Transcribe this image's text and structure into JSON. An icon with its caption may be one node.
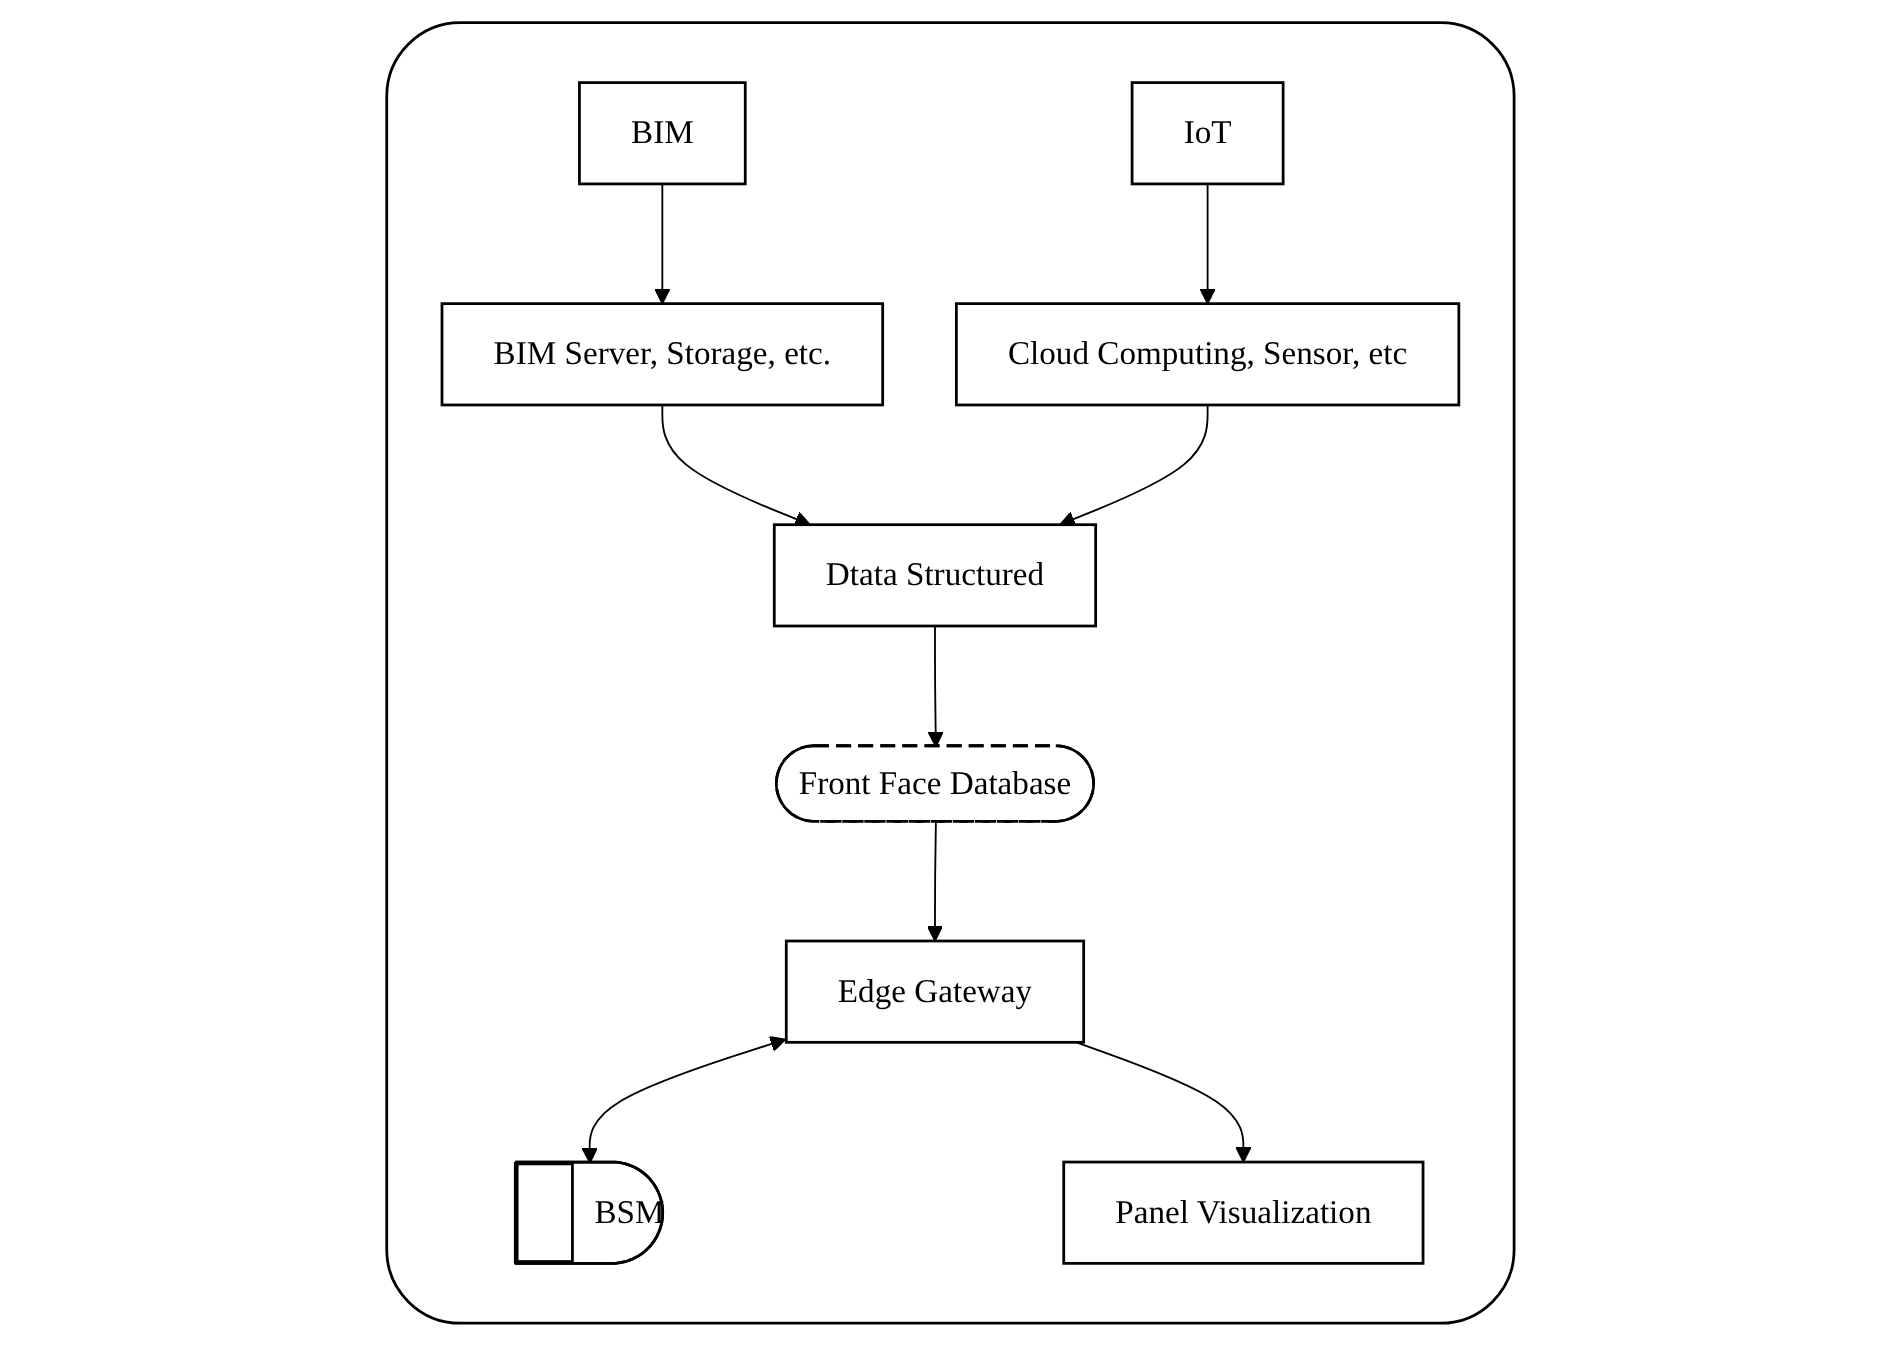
{
  "diagram": {
    "nodes": [
      {
        "text": [],
        "shape": "box"
      },
      {
        "text": [
          "BIM"
        ],
        "in": 0
      },
      {
        "text": [
          "IoT"
        ],
        "in": 0
      },
      {
        "text": [
          "BIM Server, Storage, etc."
        ],
        "in": 0
      },
      {
        "text": [
          "Cloud Computing, Sensor, etc"
        ],
        "in": 0
      },
      {
        "text": [
          "Dtata Structured"
        ],
        "in": 0
      },
      {
        "text": [
          "Front Face Database"
        ],
        "in": 0
      },
      {
        "text": [
          "Edge Gateway"
        ],
        "in": 0
      },
      {
        "text": [
          "BSM"
        ],
        "in": 0
      },
      {
        "text": [
          "Panel Visualization"
        ],
        "in": 0
      }
    ],
    "edges": [
      {
        "from": 1,
        "to": 3,
        "arrow": "to"
      },
      {
        "from": 2,
        "to": 4,
        "arrow": "to"
      },
      {
        "from": 3,
        "to": 5,
        "arrow": "to"
      },
      {
        "from": 4,
        "to": 5,
        "arrow": "to"
      },
      {
        "from": 5,
        "to": 6,
        "arrow": "to"
      },
      {
        "from": 6,
        "to": 7,
        "arrow": "to"
      },
      {
        "from": 7,
        "to": 8,
        "arrow": "both"
      },
      {
        "from": 7,
        "to": 9,
        "arrow": "to"
      }
    ]
  }
}
